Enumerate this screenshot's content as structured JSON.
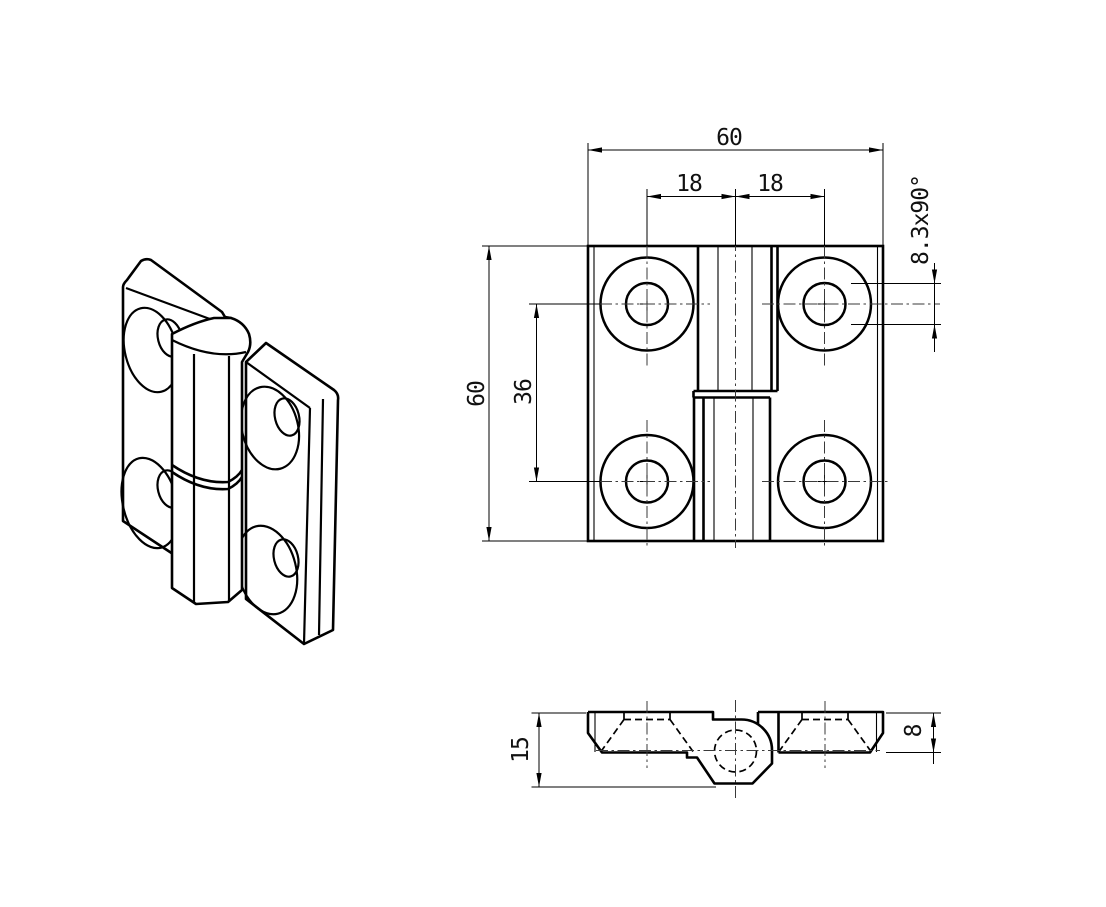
{
  "drawing": {
    "kind": "engineering drawing - hinge, three views",
    "colors": {
      "background": "#ffffff",
      "line": "#000000",
      "centerline": "#3a3a3a"
    },
    "dims": {
      "width": "60",
      "hole_left": "18",
      "hole_right": "18",
      "height": "60",
      "hole_vertical": "36",
      "countersink": "8.3x90°",
      "total_height": "15",
      "plate_thickness": "8"
    }
  }
}
